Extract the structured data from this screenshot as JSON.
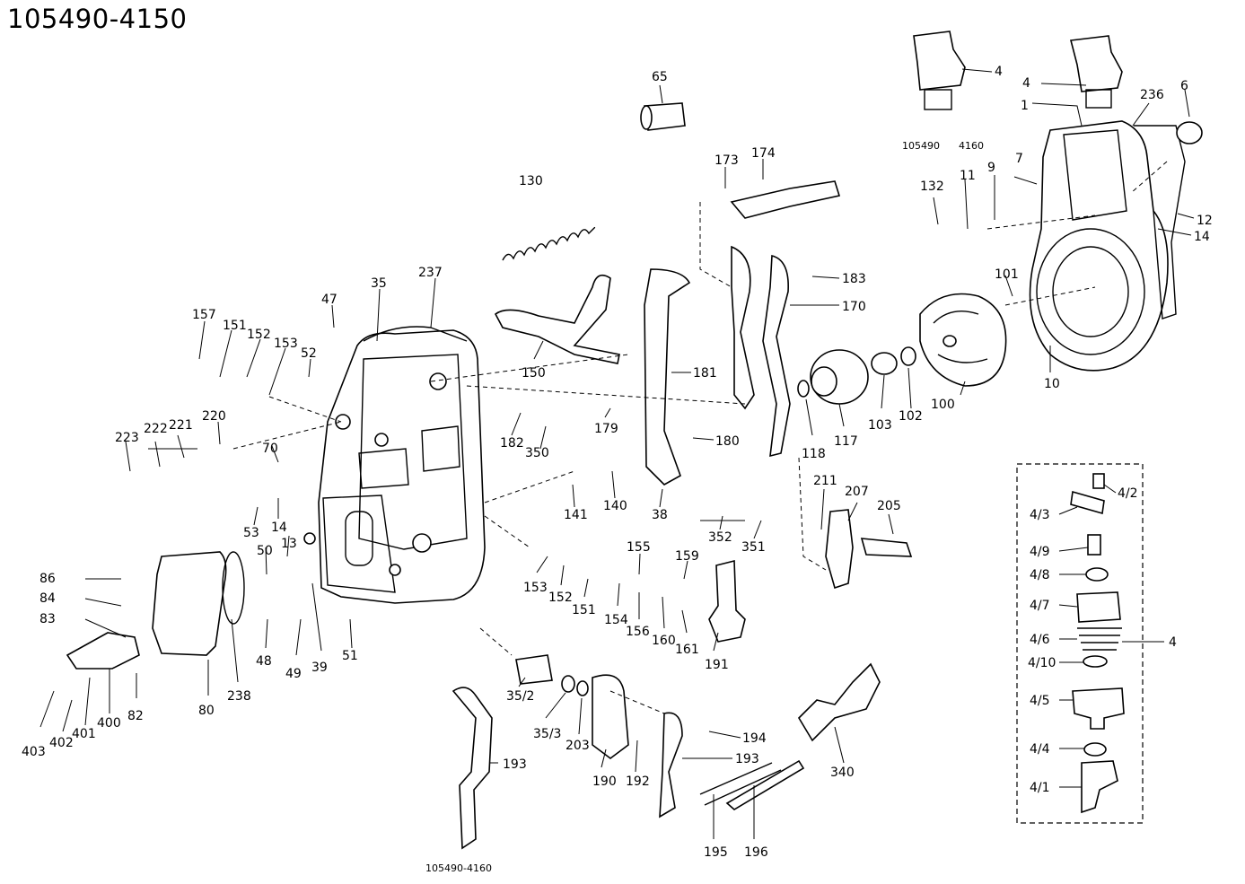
{
  "title": "105490-4150",
  "captions": [
    "105490",
    "4160",
    "105490-4160"
  ],
  "labels": [
    "65",
    "4",
    "4",
    "1",
    "236",
    "6",
    "7",
    "9",
    "11",
    "132",
    "12",
    "14",
    "101",
    "10",
    "173",
    "174",
    "130",
    "183",
    "170",
    "157",
    "151",
    "152",
    "153",
    "47",
    "35",
    "237",
    "52",
    "150",
    "181",
    "100",
    "102",
    "103",
    "117",
    "118",
    "179",
    "180",
    "223",
    "222",
    "221",
    "220",
    "70",
    "182",
    "350",
    "141",
    "140",
    "38",
    "352",
    "351",
    "53",
    "14",
    "13",
    "50",
    "211",
    "207",
    "205",
    "155",
    "159",
    "153",
    "152",
    "151",
    "154",
    "156",
    "160",
    "161",
    "191",
    "86",
    "84",
    "83",
    "48",
    "49",
    "39",
    "51",
    "238",
    "80",
    "82",
    "403",
    "402",
    "401",
    "400",
    "35/2",
    "35/3",
    "203",
    "190",
    "192",
    "194",
    "193",
    "193",
    "195",
    "196",
    "340",
    "4/2",
    "4/3",
    "4/9",
    "4/8",
    "4/7",
    "4/6",
    "4",
    "4/10",
    "4/5",
    "4/4",
    "4/1"
  ]
}
